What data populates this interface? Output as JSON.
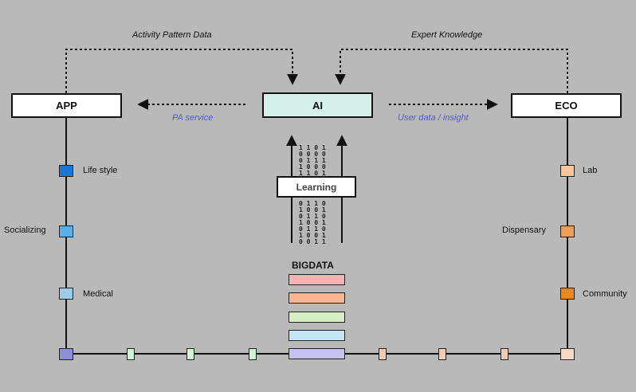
{
  "boxes": {
    "app": "APP",
    "ai": "AI",
    "eco": "ECO",
    "learning": "Learning"
  },
  "flows": {
    "activity": "Activity Pattern Data",
    "expert": "Expert Knowledge",
    "pa_service": "PA service",
    "user_data": "User data / insight"
  },
  "bigdata": "BIGDATA",
  "left_nodes": [
    {
      "label": "Life style",
      "color": "#1877d4"
    },
    {
      "label": "Socializing",
      "color": "#5ab0ec"
    },
    {
      "label": "Medical",
      "color": "#9fcbe8"
    }
  ],
  "right_nodes": [
    {
      "label": "Lab",
      "color": "#f6c59c"
    },
    {
      "label": "Dispensary",
      "color": "#ee9e58"
    },
    {
      "label": "Community",
      "color": "#e88a24"
    }
  ],
  "bars": [
    "#f6b3b3",
    "#f8b791",
    "#d8efc4",
    "#c7e6f5",
    "#c8c2f1"
  ],
  "bottom_nodes": {
    "corner_left": "#8f8fd8",
    "corner_right": "#fad8c4",
    "small_left": "#d2f2d8",
    "small_right": "#f1cbb4"
  },
  "colors": {
    "ai_box": "#d5f1ea",
    "learning_box": "#ffffff"
  }
}
